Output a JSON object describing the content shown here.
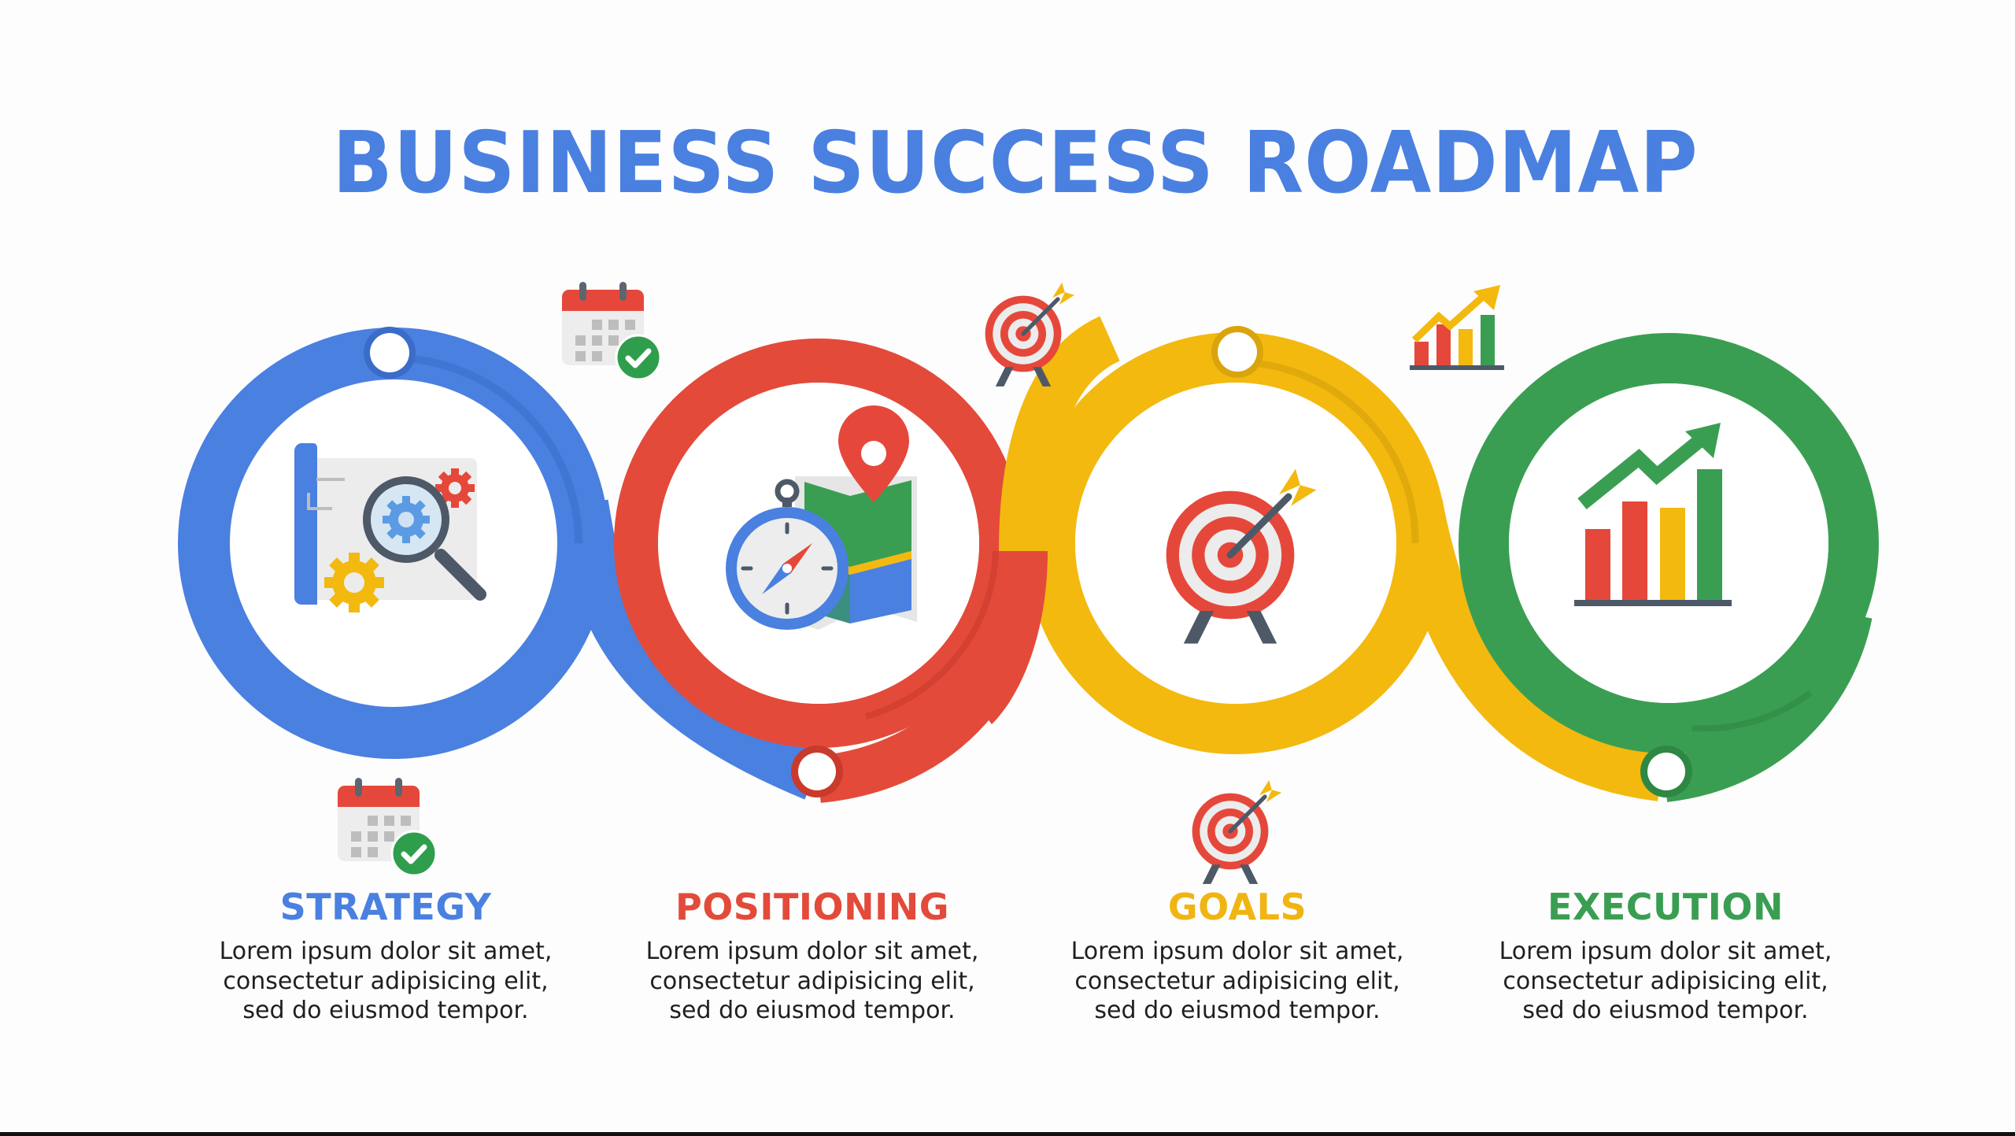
{
  "title": "BUSINESS SUCCESS ROADMAP",
  "colors": {
    "blue": "#4a80e0",
    "red": "#e34a3a",
    "yellow": "#f3b90f",
    "green": "#3a9e52",
    "dark": "#4e5968",
    "text": "#1f1f1f"
  },
  "steps": [
    {
      "heading": "STRATEGY",
      "color": "#4a80e0",
      "icon": "blueprint-magnifier-gears-icon",
      "accent_icon": "calendar-check-icon",
      "body": "Lorem ipsum dolor sit amet,\nconsectetur adipisicing elit,\nsed do eiusmod tempor."
    },
    {
      "heading": "POSITIONING",
      "color": "#e34a3a",
      "icon": "compass-map-pin-icon",
      "accent_icon": "calendar-check-icon",
      "body": "Lorem ipsum dolor sit amet,\nconsectetur adipisicing elit,\nsed do eiusmod tempor."
    },
    {
      "heading": "GOALS",
      "color": "#f0b512",
      "icon": "target-arrow-icon",
      "accent_icon": "target-arrow-icon",
      "body": "Lorem ipsum dolor sit amet,\nconsectetur adipisicing elit,\nsed do eiusmod tempor."
    },
    {
      "heading": "EXECUTION",
      "color": "#3a9e52",
      "icon": "growth-bar-chart-icon",
      "accent_icon": "growth-bar-chart-icon",
      "body": "Lorem ipsum dolor sit amet,\nconsectetur adipisicing elit,\nsed do eiusmod tempor."
    }
  ]
}
